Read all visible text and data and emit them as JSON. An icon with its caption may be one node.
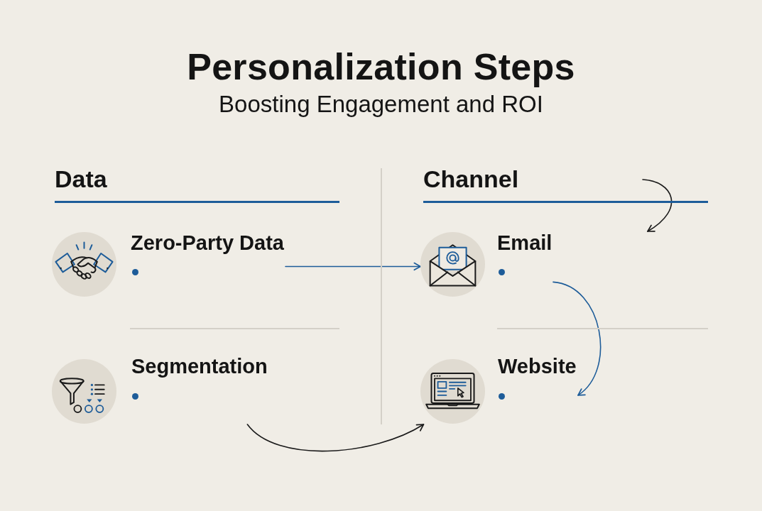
{
  "diagram": {
    "title": "Personalization Steps",
    "nodes": [
      {
        "text": [
          "Zero-Party Data"
        ]
      },
      {
        "text": [
          "Segmentation"
        ]
      },
      {
        "text": [
          "Email"
        ]
      },
      {
        "text": [
          "Website"
        ]
      }
    ],
    "edges": [
      {
        "from": 0,
        "to": 2,
        "arrow": "to"
      },
      {
        "from": 2,
        "to": 3,
        "arrow": "to"
      },
      {
        "from": 1,
        "to": 3,
        "arrow": "to",
        "color": "#1a1a1a"
      }
    ],
    "labels": [
      "Boosting Engagement and ROI",
      "Data",
      "Channel"
    ]
  }
}
